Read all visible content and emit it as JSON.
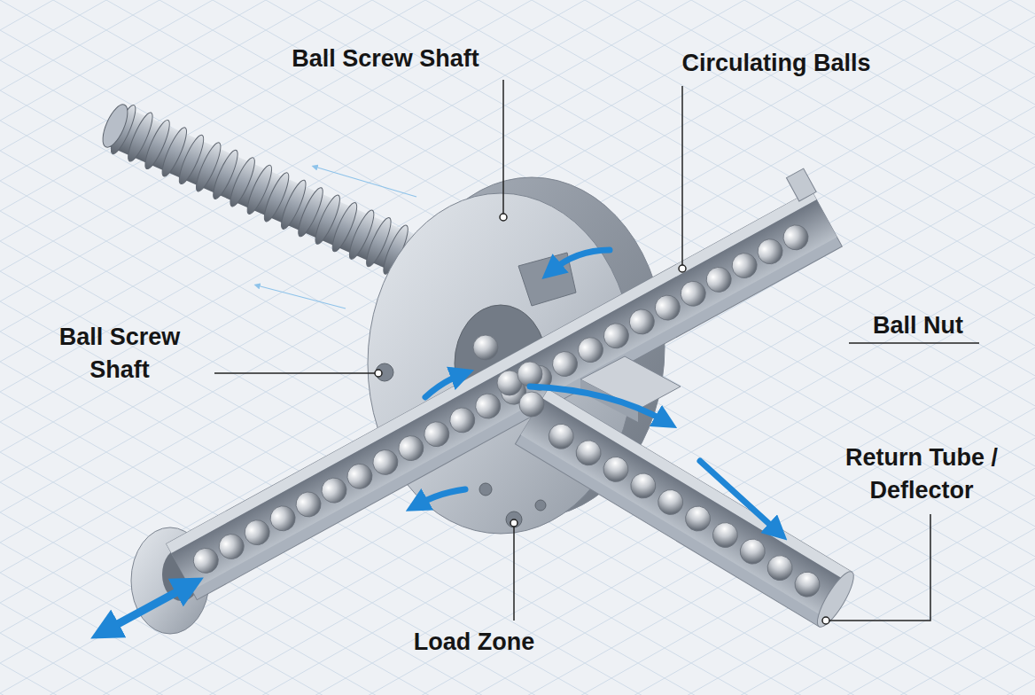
{
  "diagram": {
    "labels": [
      "Ball Screw Shaft",
      "Circulating Balls",
      "Ball Screw Shaft",
      "Ball Nut",
      "Return Tube / Deflector",
      "Load Zone"
    ]
  }
}
